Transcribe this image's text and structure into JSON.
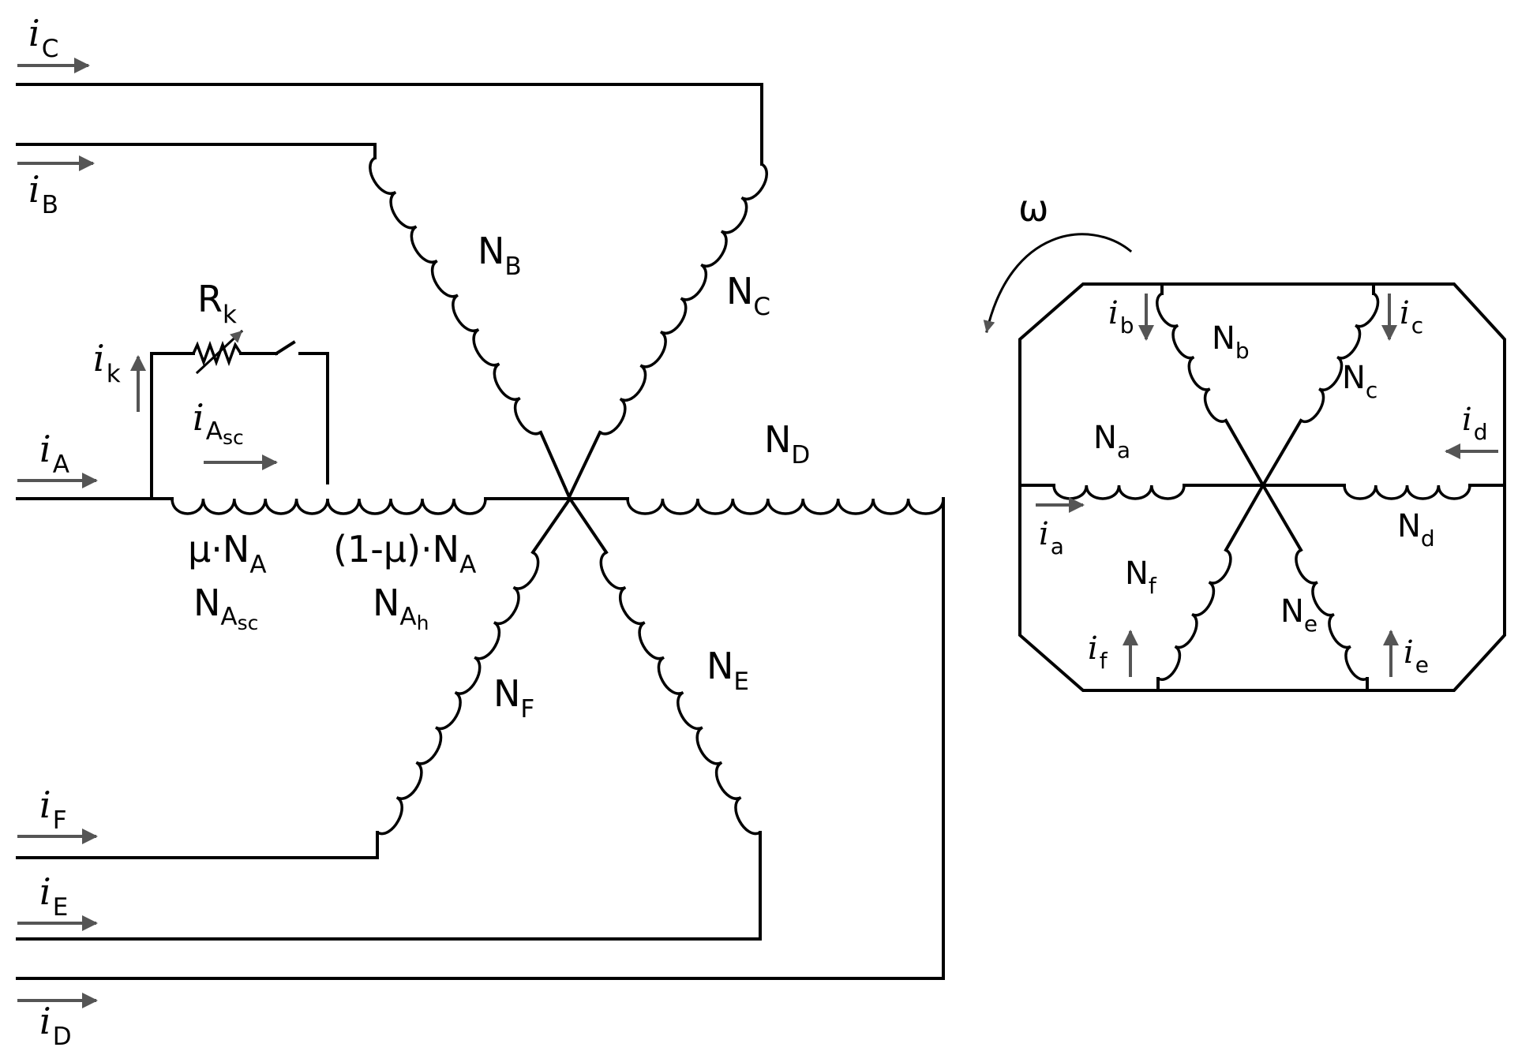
{
  "stator": {
    "currents": {
      "iC": {
        "sym": "i",
        "sub": "C"
      },
      "iB": {
        "sym": "i",
        "sub": "B"
      },
      "ik": {
        "sym": "i",
        "sub": "k"
      },
      "iA": {
        "sym": "i",
        "sub": "A"
      },
      "iAsc": {
        "sym": "i",
        "sub": "A",
        "sub2": "sc"
      },
      "iF": {
        "sym": "i",
        "sub": "F"
      },
      "iE": {
        "sym": "i",
        "sub": "E"
      },
      "iD": {
        "sym": "i",
        "sub": "D"
      }
    },
    "windings": {
      "NB": {
        "main": "N",
        "sub": "B"
      },
      "NC": {
        "main": "N",
        "sub": "C"
      },
      "ND": {
        "main": "N",
        "sub": "D"
      },
      "NE": {
        "main": "N",
        "sub": "E"
      },
      "NF": {
        "main": "N",
        "sub": "F"
      }
    },
    "resistor": {
      "main": "R",
      "sub": "k"
    },
    "section_labels": {
      "mu_na": {
        "main": "μ·N",
        "sub": "A"
      },
      "one_minus_mu_na": {
        "main": "(1-μ)·N",
        "sub": "A"
      },
      "na_sc": {
        "main": "N",
        "sub": "A",
        "sub2": "sc"
      },
      "na_h": {
        "main": "N",
        "sub": "A",
        "sub2": "h"
      }
    }
  },
  "rotor": {
    "omega": "ω",
    "windings": {
      "Na": {
        "main": "N",
        "sub": "a"
      },
      "Nb": {
        "main": "N",
        "sub": "b"
      },
      "Nc": {
        "main": "N",
        "sub": "c"
      },
      "Nd": {
        "main": "N",
        "sub": "d"
      },
      "Ne": {
        "main": "N",
        "sub": "e"
      },
      "Nf": {
        "main": "N",
        "sub": "f"
      }
    },
    "currents": {
      "ia": {
        "sym": "i",
        "sub": "a"
      },
      "ib": {
        "sym": "i",
        "sub": "b"
      },
      "ic": {
        "sym": "i",
        "sub": "c"
      },
      "id": {
        "sym": "i",
        "sub": "d"
      },
      "ie": {
        "sym": "i",
        "sub": "e"
      },
      "if": {
        "sym": "i",
        "sub": "f"
      }
    }
  },
  "colors": {
    "wire": "#000000",
    "arrow": "#555555"
  }
}
